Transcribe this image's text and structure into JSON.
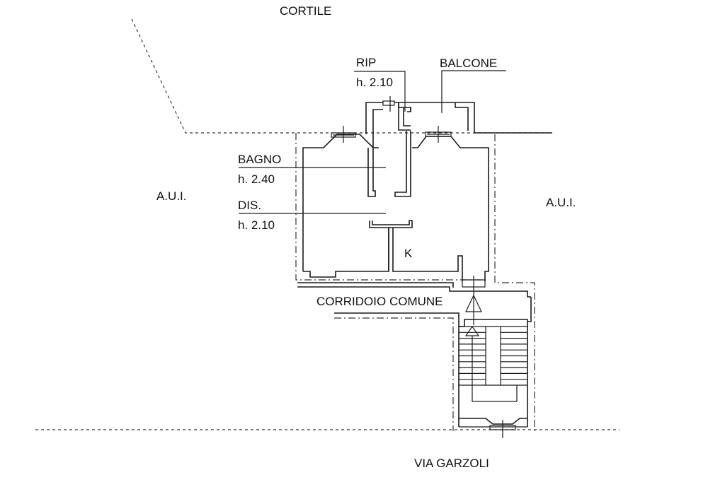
{
  "plan": {
    "labels": {
      "cortile": "CORTILE",
      "rip": "RIP",
      "rip_height": "h. 2.10",
      "balcone": "BALCONE",
      "bagno": "BAGNO",
      "bagno_height": "h. 2.40",
      "dis": "DIS.",
      "dis_height": "h. 2.10",
      "aui_left": "A.U.I.",
      "aui_right": "A.U.I.",
      "kitchen": "K",
      "corridoio": "CORRIDOIO COMUNE",
      "via": "VIA GARZOLI"
    },
    "colors": {
      "line": "#1a1a1a",
      "background": "#ffffff"
    },
    "stair_steps_per_flight": 10
  }
}
